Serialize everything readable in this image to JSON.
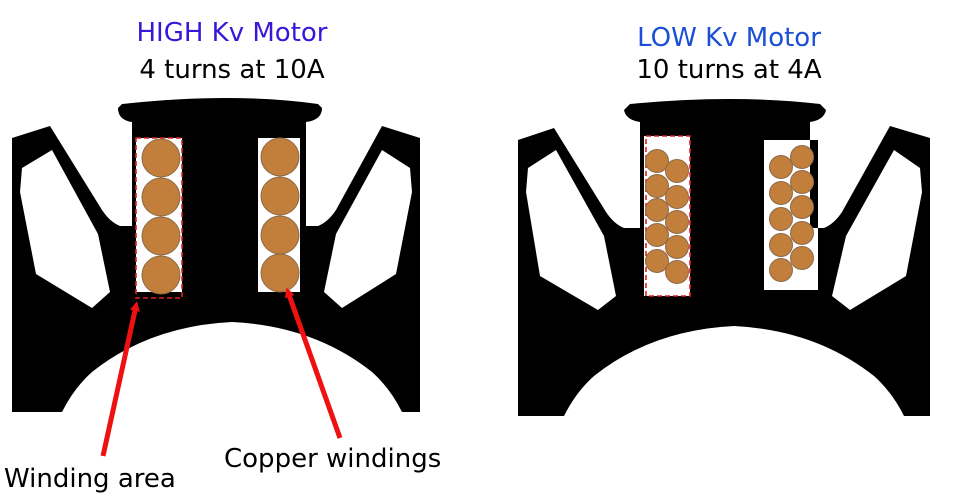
{
  "left_panel": {
    "title": "HIGH Kv Motor",
    "title_color": "#3a16d8",
    "subtitle": "4 turns at 10A"
  },
  "right_panel": {
    "title": "LOW Kv Motor",
    "title_color": "#1a4fd6",
    "subtitle": "10 turns at 4A"
  },
  "callouts": {
    "winding_area": "Winding area",
    "copper_windings": "Copper windings"
  },
  "colors": {
    "stator": "#000000",
    "copper": "#c17f3b",
    "copper_stroke": "#8c6a4a",
    "arrow": "#ee1111",
    "dashed_box": "#e02020"
  }
}
